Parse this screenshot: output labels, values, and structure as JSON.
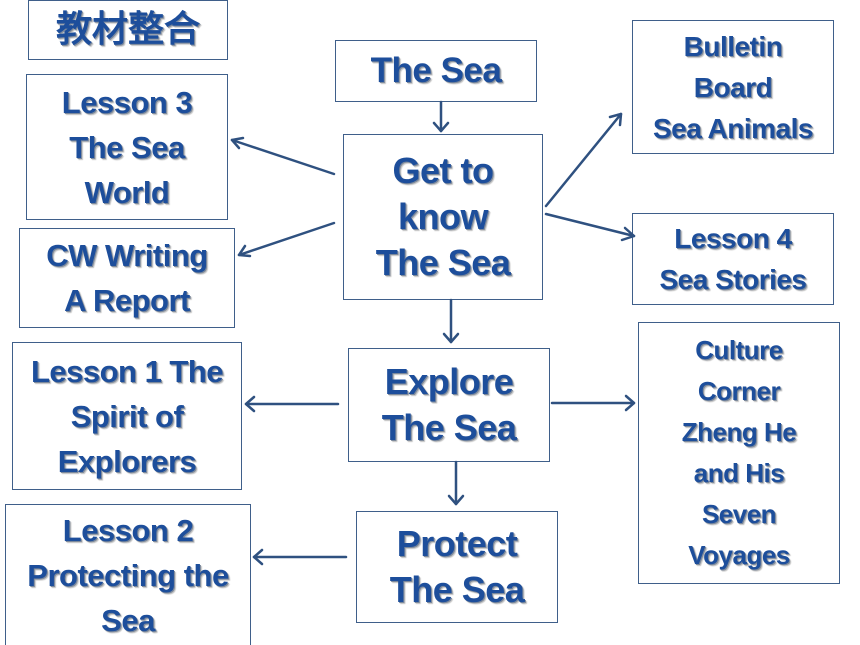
{
  "title": {
    "text": "教材整合"
  },
  "nodes": {
    "the_sea": {
      "lines": [
        "The Sea"
      ]
    },
    "get_to_know": {
      "lines": [
        "Get to",
        "know",
        "The Sea"
      ]
    },
    "explore": {
      "lines": [
        "Explore",
        "The Sea"
      ]
    },
    "protect": {
      "lines": [
        "Protect",
        "The Sea"
      ]
    },
    "lesson3": {
      "lines": [
        "Lesson 3",
        "The Sea",
        "World"
      ]
    },
    "cw_writing": {
      "lines": [
        "CW Writing",
        "A Report"
      ]
    },
    "lesson1": {
      "lines": [
        "Lesson 1 The",
        "Spirit of",
        "Explorers"
      ]
    },
    "lesson2": {
      "lines": [
        "Lesson 2",
        "Protecting the",
        "Sea"
      ]
    },
    "bulletin": {
      "lines": [
        "Bulletin",
        "Board",
        "Sea Animals"
      ]
    },
    "lesson4": {
      "lines": [
        "Lesson 4",
        "Sea Stories"
      ]
    },
    "culture": {
      "lines": [
        "Culture",
        "Corner",
        "Zheng He",
        "and His",
        "Seven",
        "Voyages"
      ]
    }
  },
  "colors": {
    "text": "#1d4e9b",
    "border": "#3f5f8a",
    "arrow": "#2f5180"
  }
}
